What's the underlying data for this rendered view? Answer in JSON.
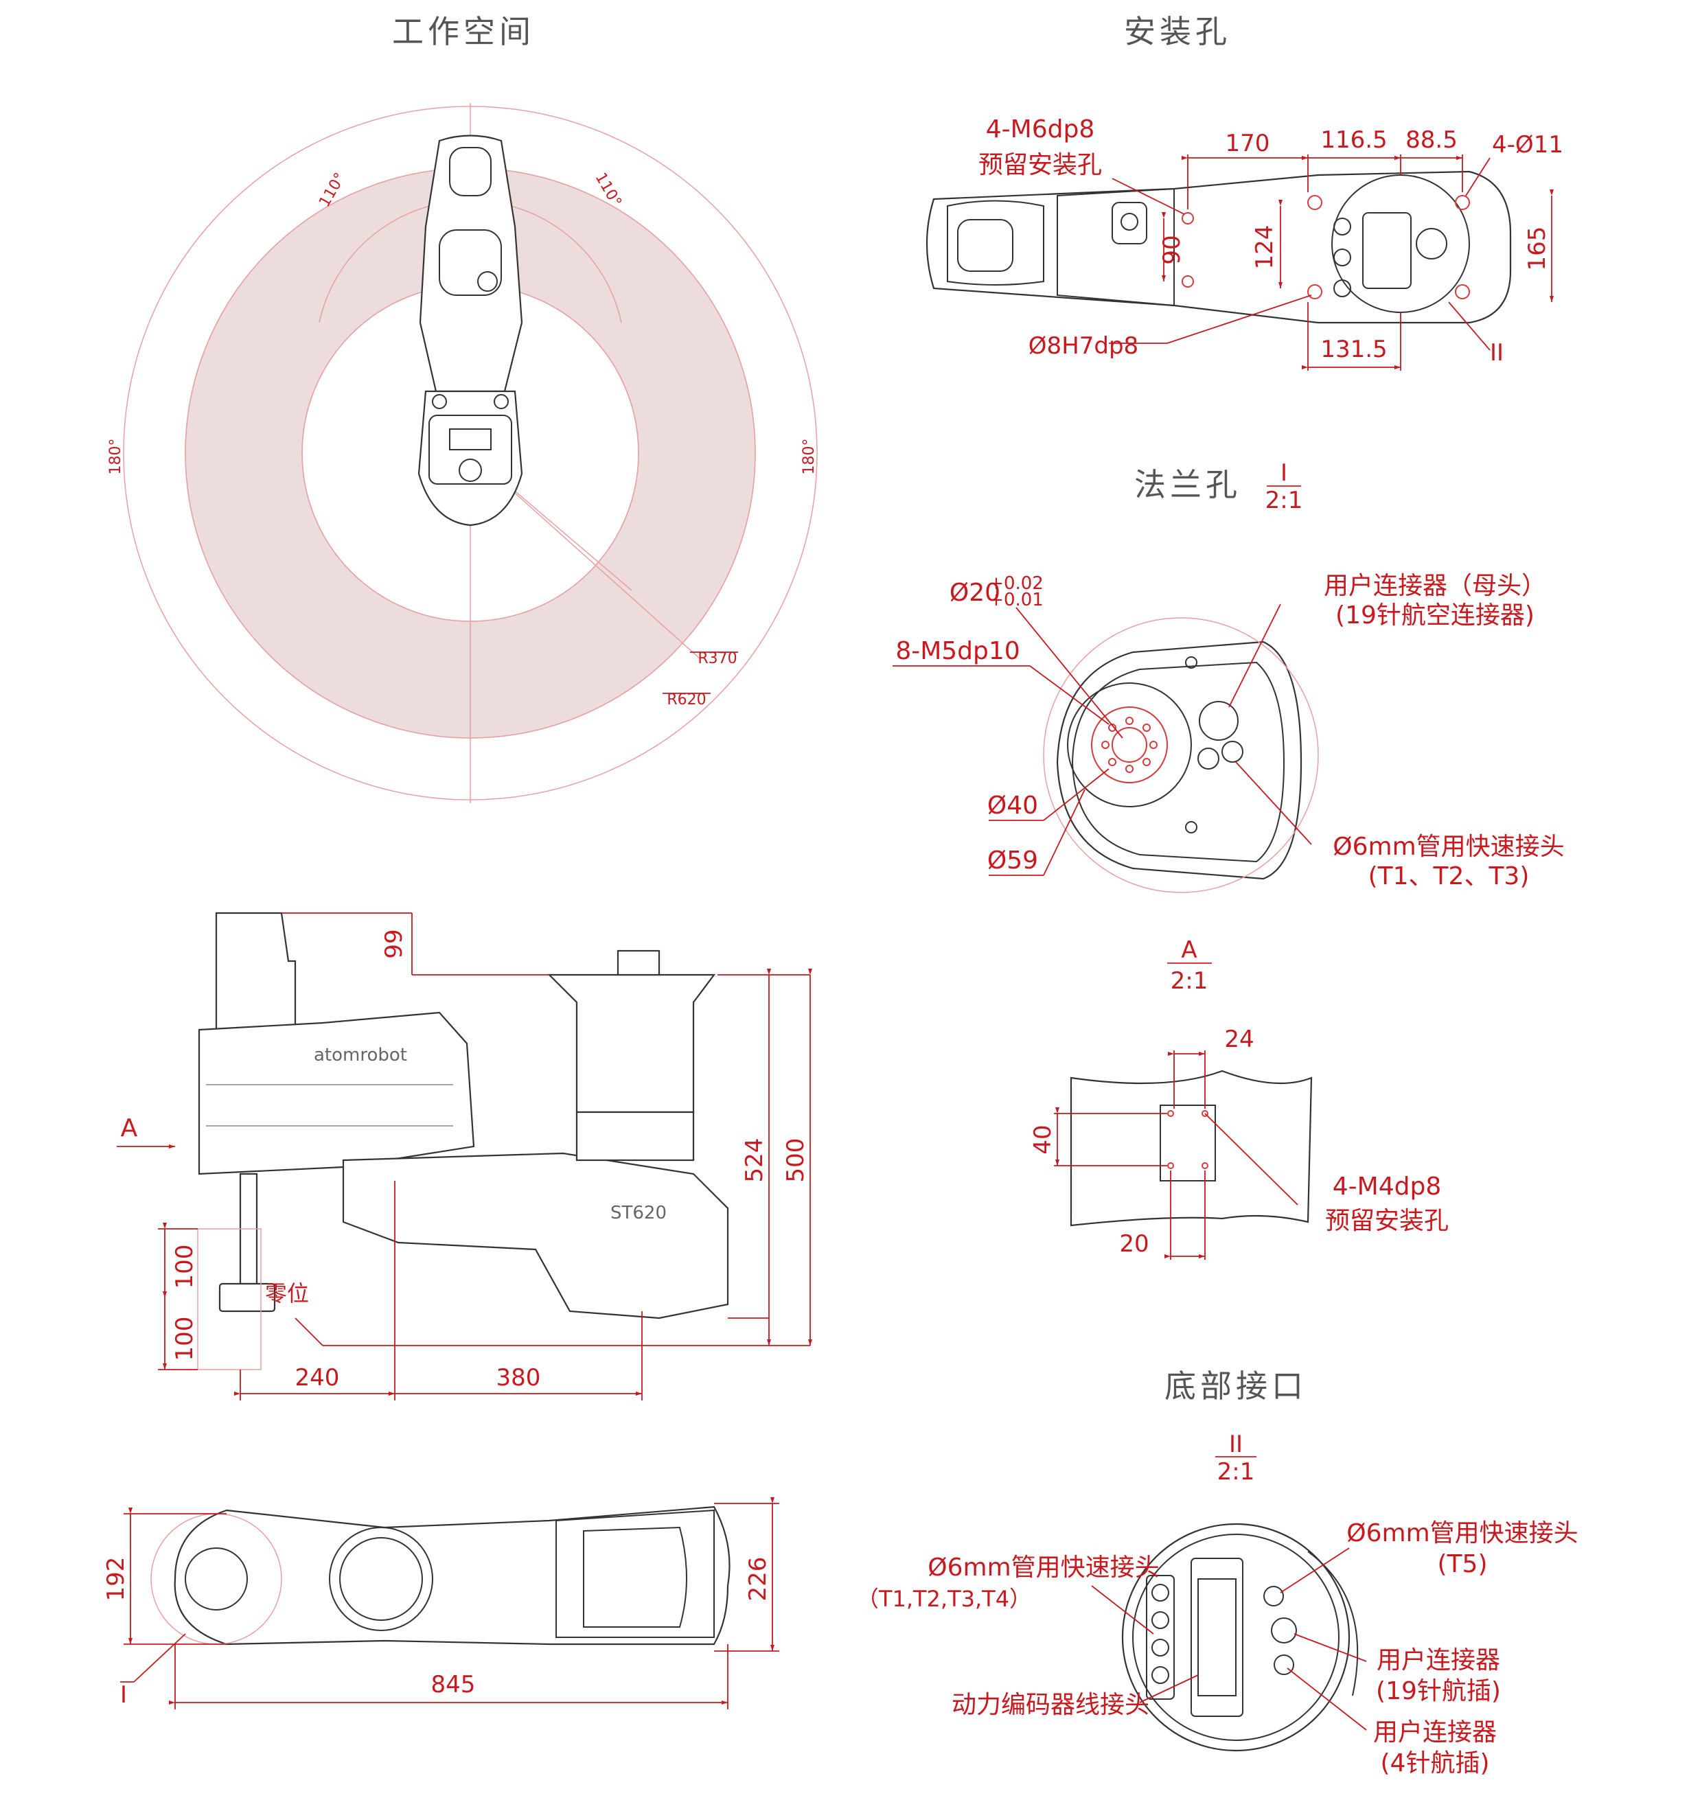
{
  "titles": {
    "workspace": "工作空间",
    "mounting_holes": "安装孔",
    "flange_holes": "法兰孔",
    "bottom_interface": "底部接口"
  },
  "scales": {
    "flange": {
      "view": "I",
      "ratio": "2:1"
    },
    "view_a": {
      "view": "A",
      "ratio": "2:1"
    },
    "bottom": {
      "view": "II",
      "ratio": "2:1"
    }
  },
  "workspace": {
    "angle_left": "110°",
    "angle_right": "110°",
    "angle_180_left": "180°",
    "angle_180_right": "180°",
    "r_inner": "R370",
    "r_outer": "R620"
  },
  "mounting": {
    "tapped_holes": "4-M6dp8",
    "reserved_holes": "预留安装孔",
    "dim_170": "170",
    "dim_116_5": "116.5",
    "dim_88_5": "88.5",
    "through_holes": "4-Ø11",
    "dim_90": "90",
    "dim_124": "124",
    "dim_165": "165",
    "pin_hole": "Ø8H7dp8",
    "dim_131_5": "131.5",
    "view_mark": "II"
  },
  "flange": {
    "d20": "Ø20",
    "d20_tol_upper": "+0.02",
    "d20_tol_lower": "+0.01",
    "tapped": "8-M5dp10",
    "d40": "Ø40",
    "d59": "Ø59",
    "user_connector": "用户连接器（母头）",
    "user_connector_sub": "(19针航空连接器)",
    "quick_fitting": "Ø6mm管用快速接头",
    "quick_fitting_sub": "(T1、T2、T3)"
  },
  "side_view": {
    "view_arrow": "A",
    "dim_99": "99",
    "dim_524": "524",
    "dim_500": "500",
    "dim_100_top": "100",
    "dim_100_bottom": "100",
    "zero_position": "零位",
    "dim_240": "240",
    "dim_380": "380",
    "brand": "atomrobot",
    "model": "ST620"
  },
  "view_a": {
    "dim_24": "24",
    "dim_40": "40",
    "dim_20": "20",
    "tapped": "4-M4dp8",
    "reserved": "预留安装孔"
  },
  "top_view": {
    "dim_192": "192",
    "dim_226": "226",
    "dim_845": "845",
    "view_mark": "I"
  },
  "bottom": {
    "quick_fitting_left": "Ø6mm管用快速接头",
    "quick_fitting_left_sub": "（T1,T2,T3,T4）",
    "power_encoder": "动力编码器线接头",
    "quick_fitting_right": "Ø6mm管用快速接头",
    "quick_fitting_right_sub": "(T5)",
    "user_connector_19": "用户连接器",
    "user_connector_19_sub": "(19针航插)",
    "user_connector_4": "用户连接器",
    "user_connector_4_sub": "(4针航插)"
  }
}
